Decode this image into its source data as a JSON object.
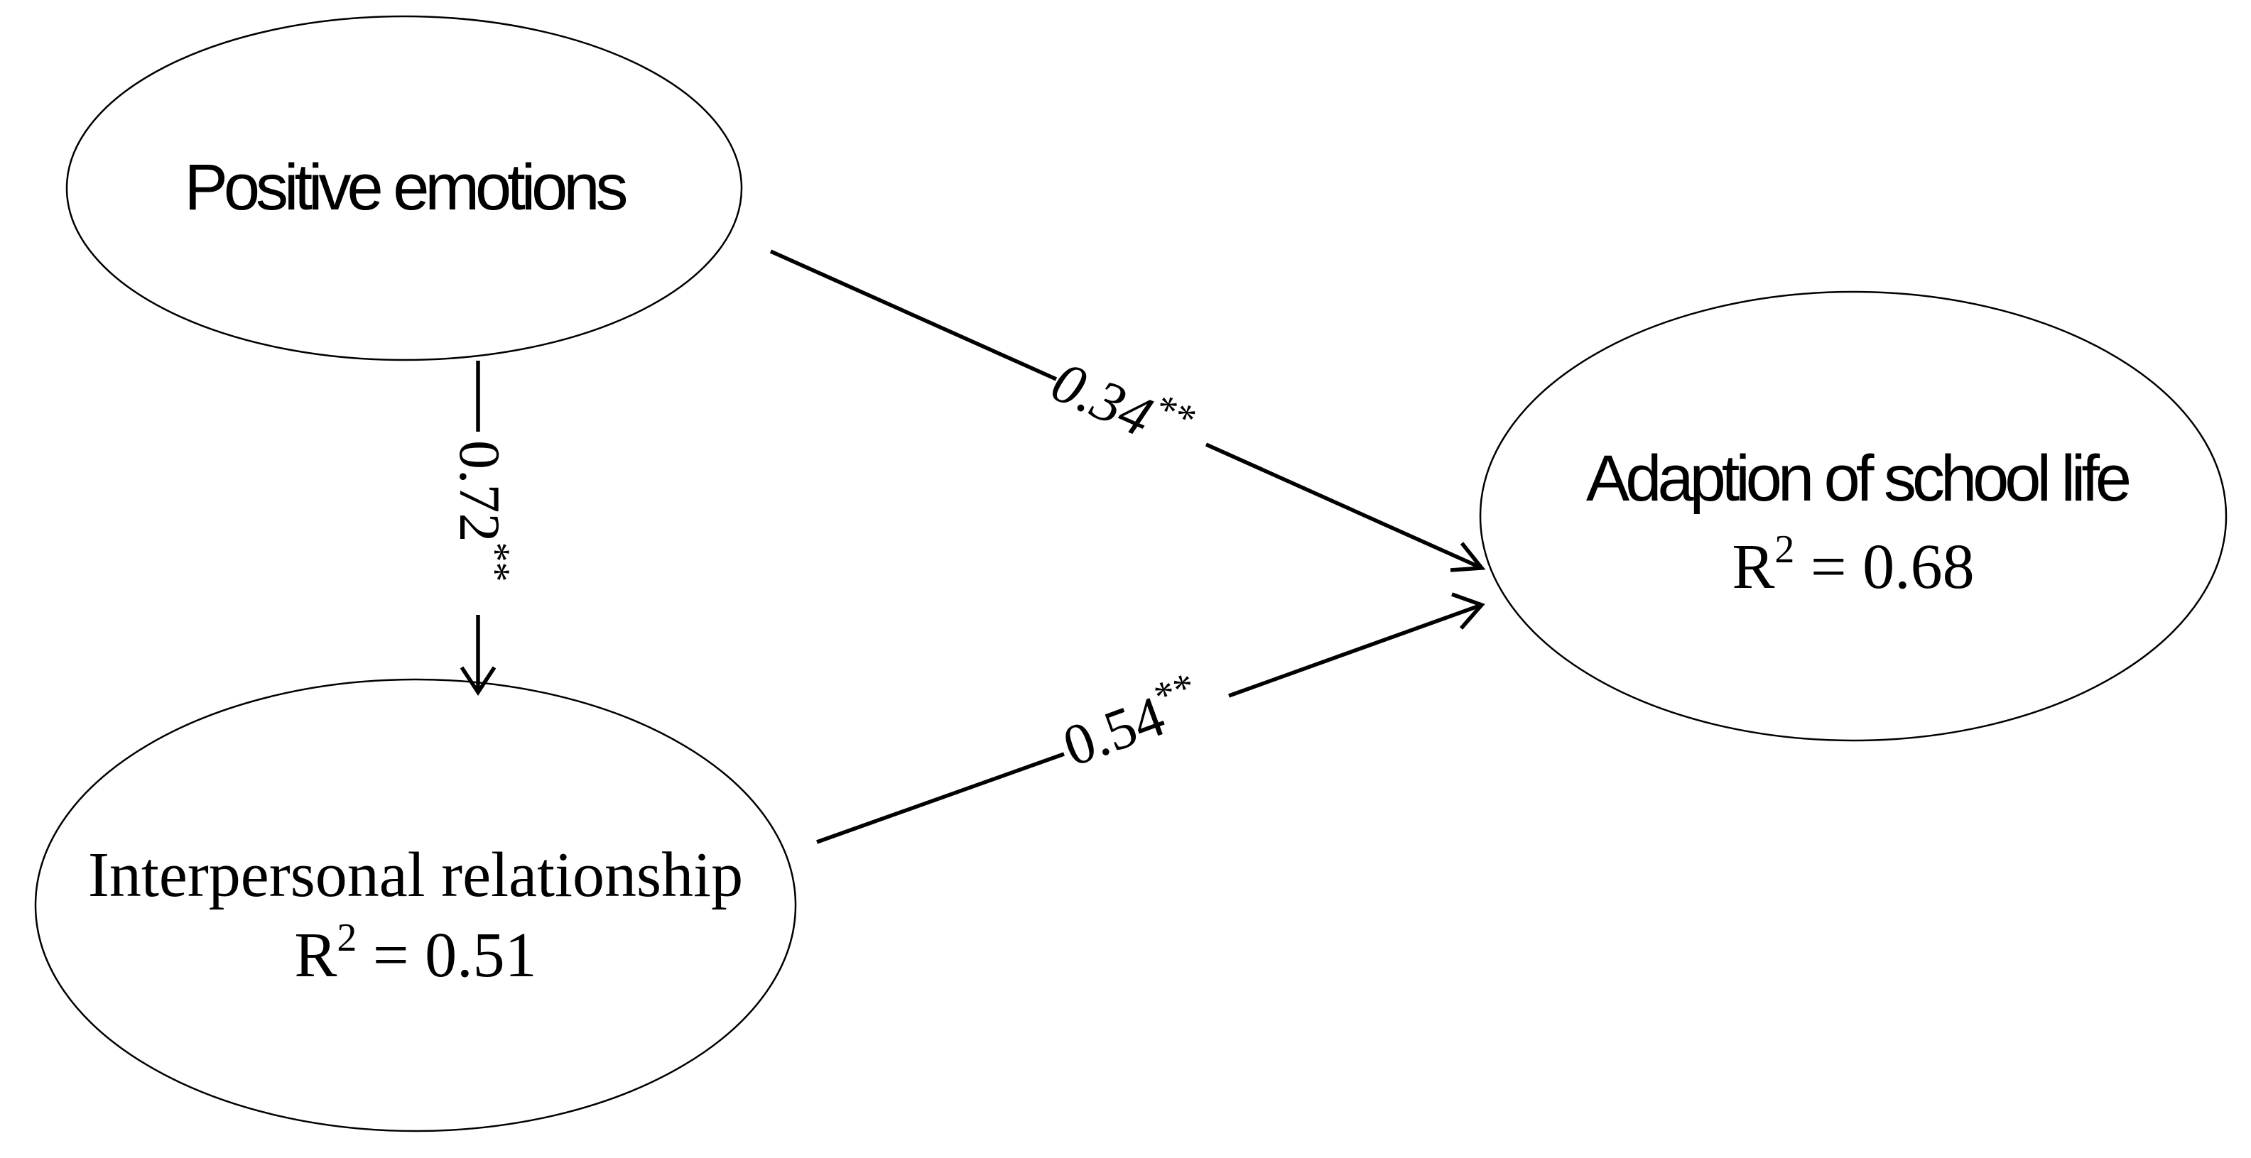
{
  "nodes": {
    "positive_emotions": {
      "label": "Positive emotions"
    },
    "interpersonal": {
      "label": "Interpersonal relationship",
      "r2_prefix": "R",
      "r2_sup": "2",
      "r2_value": " = 0.51"
    },
    "adaption": {
      "label": "Adaption of school life",
      "r2_prefix": "R",
      "r2_sup": "2",
      "r2_value": " = 0.68"
    }
  },
  "paths": {
    "pe_to_asl": {
      "coefficient": "0.34",
      "significance": "**"
    },
    "pe_to_ir": {
      "coefficient": "0.72",
      "significance": "**"
    },
    "ir_to_asl": {
      "coefficient": "0.54",
      "significance": "**"
    }
  }
}
